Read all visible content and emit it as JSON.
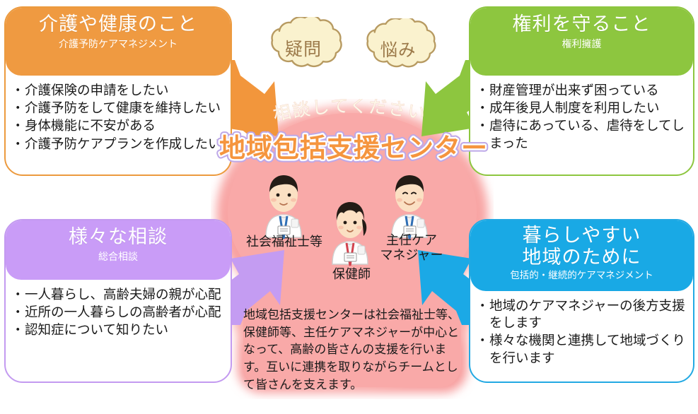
{
  "panels": [
    {
      "key": "care",
      "title": "介護や健康のこと",
      "subtitle": "介護予防ケアマネジメント",
      "color": "#ef9a41",
      "bullets": [
        "介護保険の申請をしたい",
        "介護予防をして健康を維持したい",
        "身体機能に不安がある",
        "介護予防ケアプランを作成したい"
      ]
    },
    {
      "key": "rights",
      "title": "権利を守ること",
      "subtitle": "権利擁護",
      "color": "#8dc63f",
      "bullets": [
        "財産管理が出来ず困っている",
        "成年後見人制度を利用したい",
        "虐待にあっている、虐待をしてしまった"
      ]
    },
    {
      "key": "consult",
      "title": "様々な相談",
      "subtitle": "総合相談",
      "color": "#c99cf7",
      "bullets": [
        "一人暮らし、高齢夫婦の親が心配",
        "近所の一人暮らしの高齢者が心配",
        "認知症について知りたい"
      ]
    },
    {
      "key": "living",
      "title": "暮らしやすい\n地域のために",
      "subtitle": "包括的・継続的ケアマネジメント",
      "color": "#19a9e5",
      "bullets": [
        "地域のケアマネジャーの後方支援をします",
        "様々な機関と連携して地域づくりを行います"
      ]
    }
  ],
  "bubbles": [
    {
      "key": "gimon",
      "label": "疑問"
    },
    {
      "key": "nayami",
      "label": "悩み"
    }
  ],
  "center": {
    "callout": "相談してください",
    "title": "地域包括支援センター",
    "title_fill_color": "#f5953e",
    "title_outline_color": "#bda8e8",
    "blob_color": "#f7a3a4",
    "description": "地域包括支援センターは社会福祉士等、保健師等、主任ケアマネジャーが中心となって、高齢の皆さんの支援を行います。互いに連携を取りながらチームとして皆さんを支えます。"
  },
  "staff": [
    {
      "key": "social-worker",
      "label": "社会福祉士等",
      "lanyard_color": "#2f6fb5"
    },
    {
      "key": "public-health-nurse",
      "label": "保健師",
      "lanyard_color": "#d2434f"
    },
    {
      "key": "chief-care-manager",
      "label": "主任ケア\nマネジャー",
      "lanyard_color": "#2f6fb5"
    }
  ],
  "arrows": [
    {
      "key": "orange",
      "color": "#f2963c",
      "direction": "down-right"
    },
    {
      "key": "green",
      "color": "#8dc63f",
      "direction": "down-left"
    },
    {
      "key": "purple",
      "color": "#c49cf2",
      "direction": "up-right"
    },
    {
      "key": "blue",
      "color": "#1ba9e6",
      "direction": "up-left"
    }
  ]
}
